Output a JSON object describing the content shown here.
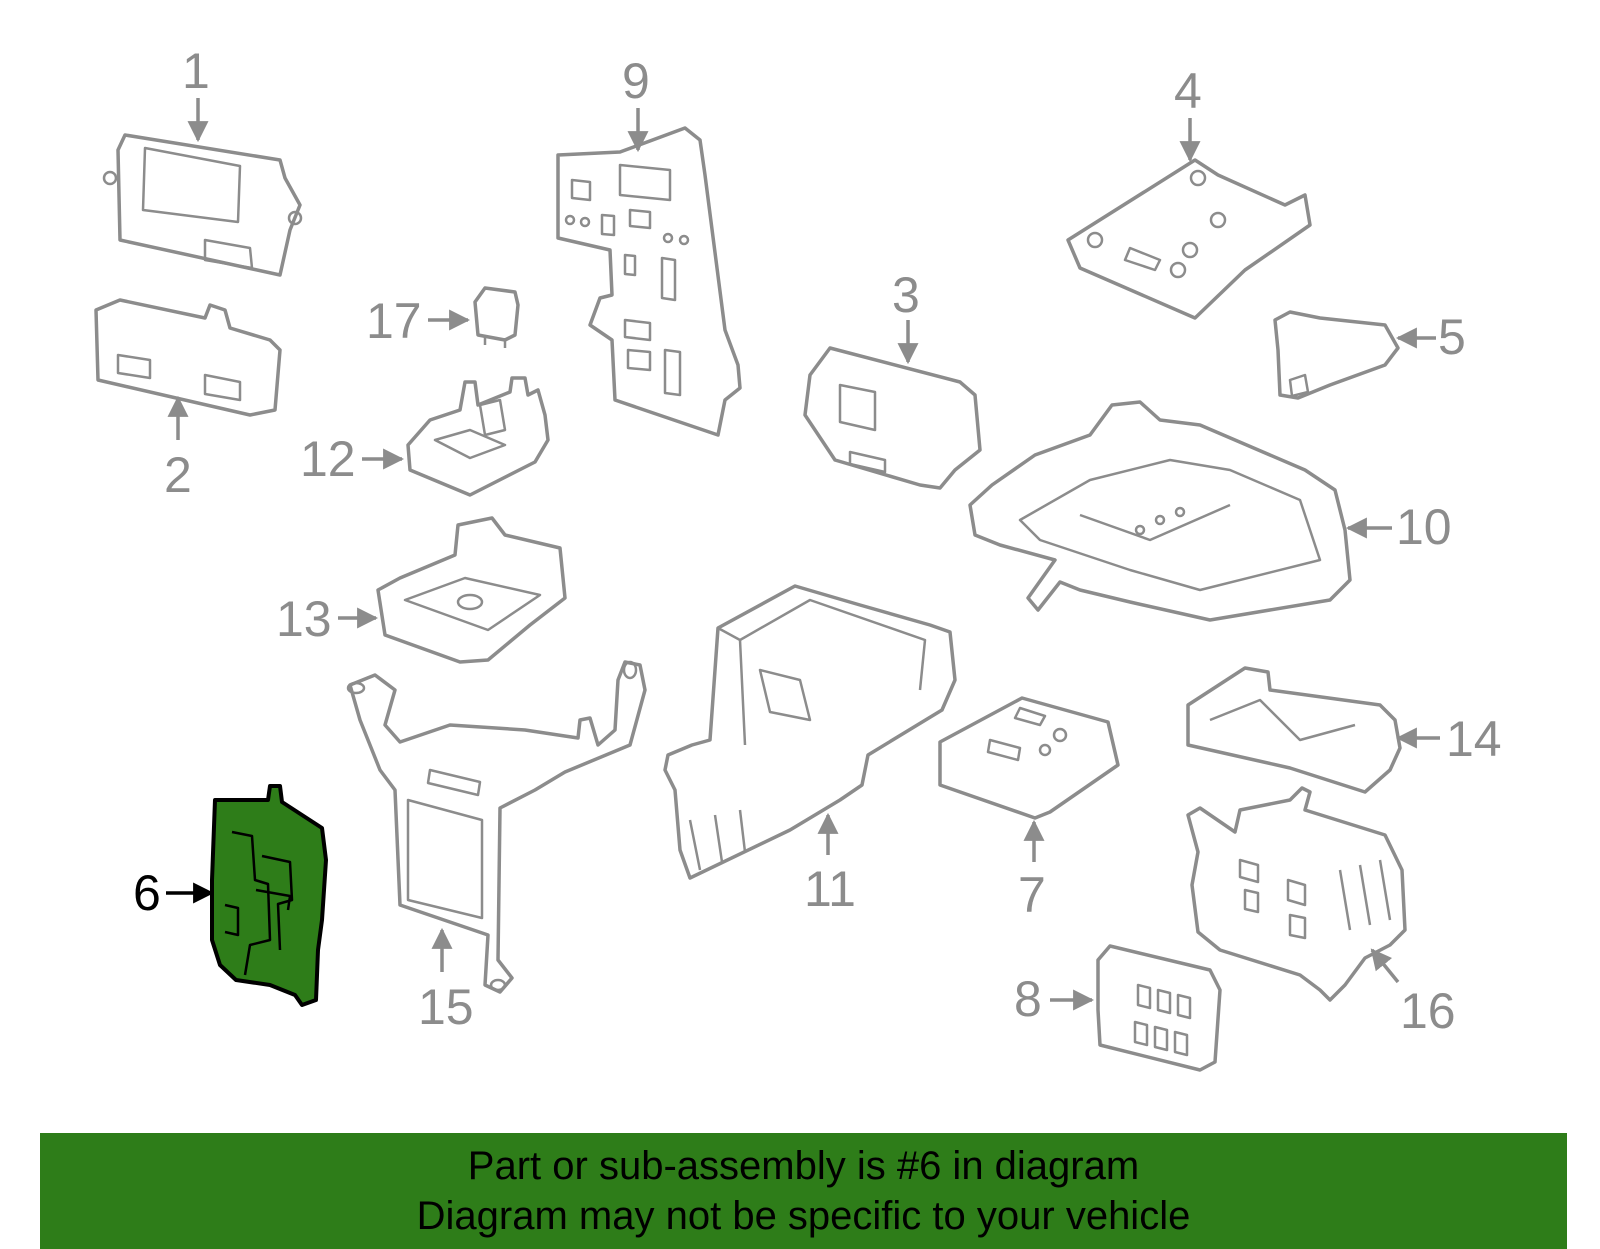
{
  "diagram": {
    "highlighted_part": "6",
    "callouts": [
      "1",
      "2",
      "3",
      "4",
      "5",
      "6",
      "7",
      "8",
      "9",
      "10",
      "11",
      "12",
      "13",
      "14",
      "15",
      "16",
      "17"
    ]
  },
  "banner": {
    "line1": "Part or sub-assembly is #6 in diagram",
    "line2": "Diagram may not be specific to your vehicle"
  },
  "colors": {
    "highlight_fill": "#2e7d19",
    "part_stroke": "#8c8c8c",
    "banner_bg": "#2e7d19"
  }
}
